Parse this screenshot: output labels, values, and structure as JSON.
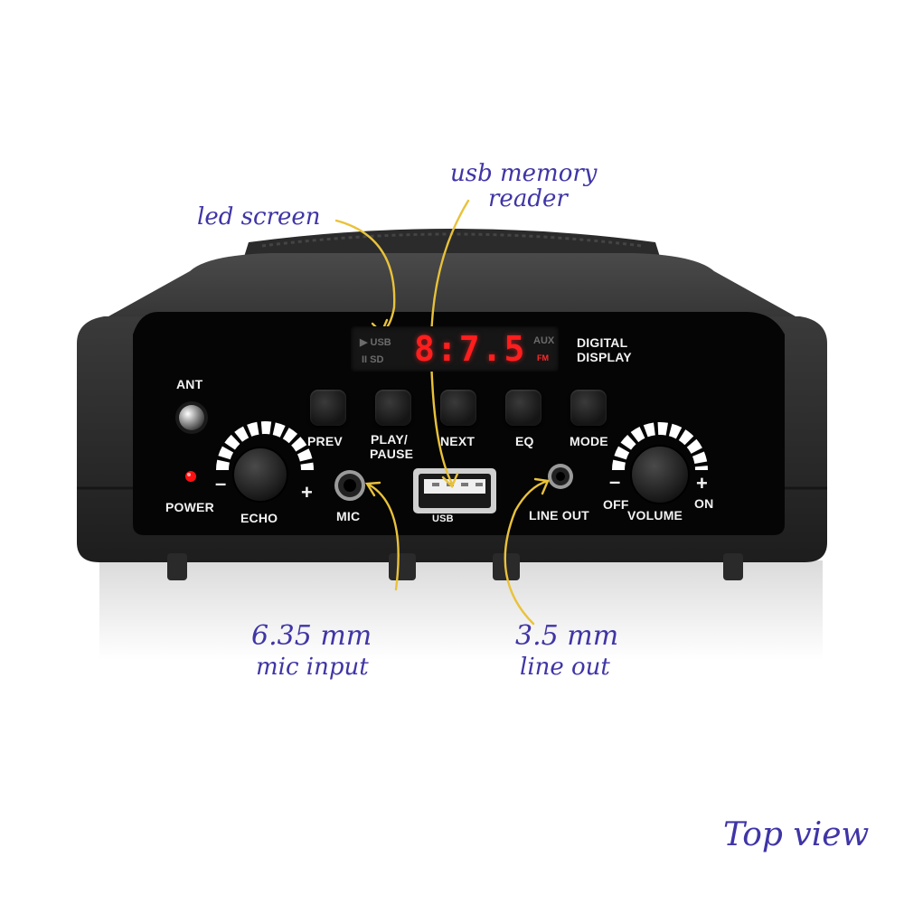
{
  "device": {
    "display": {
      "icons_top": "▶ USB",
      "icons_bottom": "II  SD",
      "digits": "8:7.5",
      "aux": "AUX",
      "fm": "FM"
    },
    "labels": {
      "digital_display": "DIGITAL",
      "digital_display_2": "DISPLAY",
      "ant": "ANT",
      "power": "POWER",
      "echo": "ECHO",
      "mic": "MIC",
      "usb": "USB",
      "line_out": "LINE OUT",
      "off": "OFF",
      "volume": "VOLUME",
      "on": "ON",
      "minus": "–",
      "plus": "+"
    },
    "buttons": {
      "prev": "PREV",
      "play_pause_1": "PLAY/",
      "play_pause_2": "PAUSE",
      "next": "NEXT",
      "eq": "EQ",
      "mode": "MODE"
    }
  },
  "annotations": {
    "led_screen": "led screen",
    "usb_reader_1": "usb memory",
    "usb_reader_2": "reader",
    "mic_input_1": "6.35 mm",
    "mic_input_2": "mic input",
    "line_out_1": "3.5 mm",
    "line_out_2": "line out",
    "top_view": "Top view"
  },
  "colors": {
    "annotation_text": "#3f35a6",
    "arrow": "#e9c23a",
    "display_digits": "#ff1e1e",
    "power_led": "#ff1010"
  }
}
